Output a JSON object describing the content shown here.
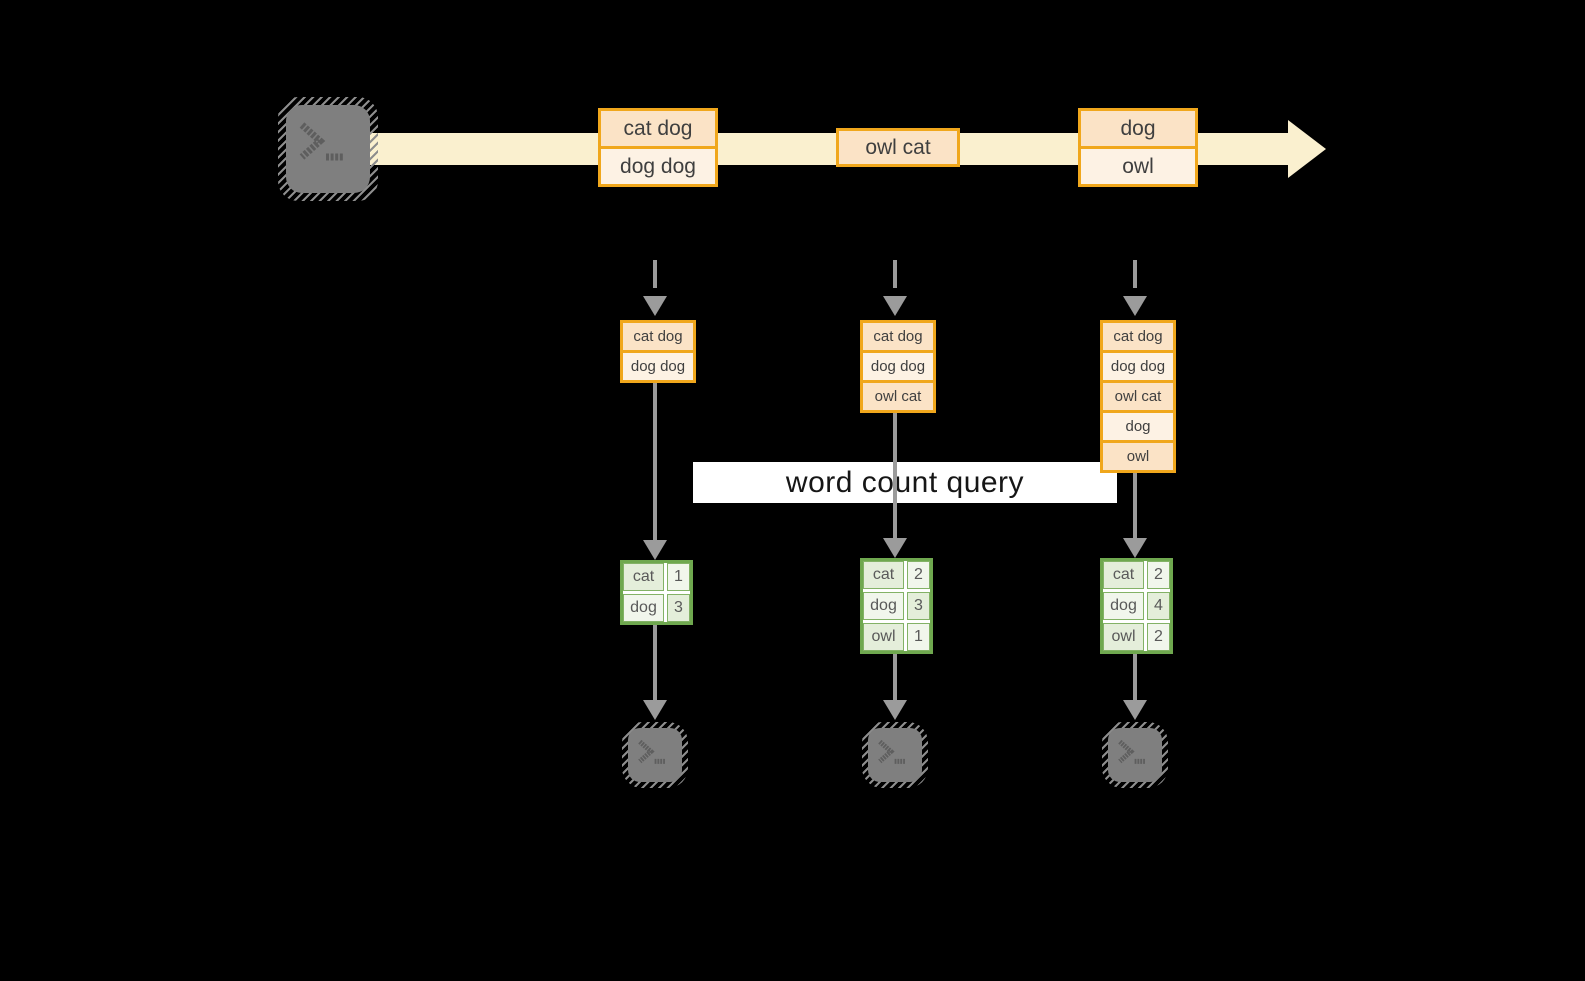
{
  "query_label": "word count query",
  "stream": {
    "batches": [
      {
        "rows": [
          "cat dog",
          "dog dog"
        ]
      },
      {
        "rows": [
          "owl cat"
        ]
      },
      {
        "rows": [
          "dog",
          "owl"
        ]
      }
    ]
  },
  "columns": [
    {
      "inputs": [
        "cat dog",
        "dog dog"
      ],
      "counts": [
        {
          "word": "cat",
          "count": "1"
        },
        {
          "word": "dog",
          "count": "3"
        }
      ]
    },
    {
      "inputs": [
        "cat dog",
        "dog dog",
        "owl cat"
      ],
      "counts": [
        {
          "word": "cat",
          "count": "2"
        },
        {
          "word": "dog",
          "count": "3"
        },
        {
          "word": "owl",
          "count": "1"
        }
      ]
    },
    {
      "inputs": [
        "cat dog",
        "dog dog",
        "owl cat",
        "dog",
        "owl"
      ],
      "counts": [
        {
          "word": "cat",
          "count": "2"
        },
        {
          "word": "dog",
          "count": "4"
        },
        {
          "word": "owl",
          "count": "2"
        }
      ]
    }
  ],
  "colors": {
    "background": "#000000",
    "stream_band": "#faf0cf",
    "batch_border": "#f0a71c",
    "batch_fill_peach": "#fbe3c6",
    "batch_fill_cream": "#fdf2e4",
    "table_border": "#6fa84f",
    "cell_fill_dark": "#e4eeda",
    "cell_fill_light": "#f1f6ec",
    "arrow_gray": "#9b9b9b",
    "terminal_gray": "#7f7f7f",
    "label_bg": "#ffffff"
  }
}
